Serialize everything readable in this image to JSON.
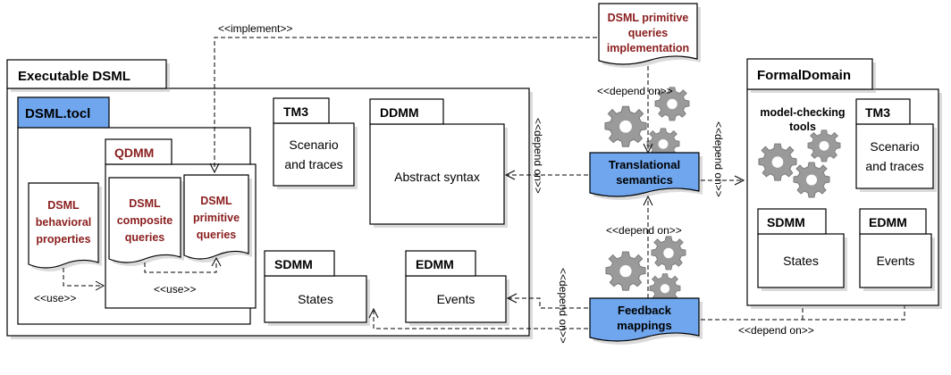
{
  "executable_dsml": {
    "title": "Executable DSML",
    "tocl": "DSML.tocl",
    "qdmm": "QDMM",
    "behavioral": [
      "DSML",
      "behavioral",
      "properties"
    ],
    "composite": [
      "DSML",
      "composite",
      "queries"
    ],
    "primitive": [
      "DSML",
      "primitive",
      "queries"
    ],
    "use1": "<<use>>",
    "use2": "<<use>>",
    "tm3_title": "TM3",
    "tm3_body": [
      "Scenario",
      "and traces"
    ],
    "ddmm_title": "DDMM",
    "ddmm_body": "Abstract syntax",
    "sdmm_title": "SDMM",
    "sdmm_body": "States",
    "edmm_title": "EDMM",
    "edmm_body": "Events"
  },
  "middle": {
    "implementation": [
      "DSML primitive",
      "queries",
      "implementation"
    ],
    "implement_label": "<<implement>>",
    "depend_on_top": "<<depend on>>",
    "depend_on_mid": "<<depend on>>",
    "depend_on_left_vert": "<<depend on>>",
    "depend_on_right_vert": "<<depend on>>",
    "depend_on_bottom_vert": "<<depend on>>",
    "depend_on_bottom_right": "<<depend on>>",
    "translational": [
      "Translational",
      "semantics"
    ],
    "feedback": [
      "Feedback",
      "mappings"
    ]
  },
  "formal_domain": {
    "title": "FormalDomain",
    "tools": [
      "model-checking",
      "tools"
    ],
    "tm3_title": "TM3",
    "tm3_body": [
      "Scenario",
      "and traces"
    ],
    "sdmm_title": "SDMM",
    "sdmm_body": "States",
    "edmm_title": "EDMM",
    "edmm_body": "Events"
  },
  "colors": {
    "blue": "#6fa6ee",
    "dark_red": "#8a1d1d",
    "gear": "#9a9a9a"
  }
}
